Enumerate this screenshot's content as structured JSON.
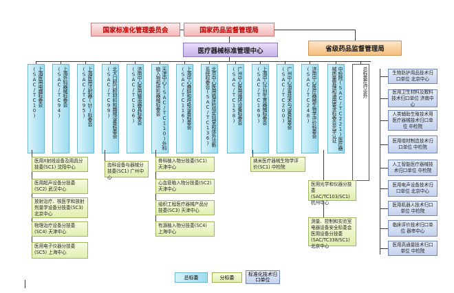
{
  "top": {
    "sac": "国家标准化管理委员会",
    "nmpa": "国家药品监督管理局",
    "center": "医疗器械标准管理中心",
    "provincial": "省级药品监督管理局"
  },
  "columns": [
    {
      "label": "上海医用电器标委会(SAC/TC10)"
    },
    {
      "label": "上海外科器械标委会(SAC/TC94)"
    },
    {
      "label": "上海医用注射器(针)标委会(SAC/TC95)"
    },
    {
      "label": "北大口腔口腔材料和器械设备标委会(SAC/TC99)"
    },
    {
      "label": "济南中心医用输液器具标委会(SAC/TC106)"
    },
    {
      "label": "天津中心(SAC/TC110)外科植入物和矫形器械标委会"
    },
    {
      "label": "上海中心麻醉和呼吸设备标委会(SAC/TC116)"
    },
    {
      "label": "北京中心医用临床检验实验室和体外诊断系统标委会(SAC/TC136)"
    },
    {
      "label": "广州中心医用循环设备标委会(SAC/TC158)"
    },
    {
      "label": "上海中心计划生育器械标委会(SAC/TC169)"
    },
    {
      "label": "广州中心消毒技术与设备标委会(SAC/TC200)"
    },
    {
      "label": "济南中心医疗器械生物学评价标委会(SAC/TC248)"
    },
    {
      "label": "中检院(SAC/TC221)医疗器械质量管理和通用要求标委会光学认证"
    },
    {
      "label": "总标委在行业外"
    }
  ],
  "subs": {
    "col1": [
      "医用X射线设备及用具分技委(SC1) 沈阳中心",
      "医用超声设备分技委(SC2) 武汉中心",
      "放射治疗、核医学和放射剂量学设备分技委(SC3) 北京中心",
      "物理治疗设备分技委(SC4) 天津中心",
      "医用电子仪器分技委(SC5) 上海中心"
    ],
    "col4": [
      "齿科设备与器械分技委(SC1) 广州中心"
    ],
    "col6": [
      "骨科植入物分技委(SC1) 天津中心",
      "心血管植入物分技委(SC2) 天津中心",
      "组织工程医疗器械产品分技委(SC3) 天津中心",
      "有源植入物分技委(SC4) 上海中心"
    ],
    "col10": [
      "纳米医疗器械生物学评价(SC1) 中检院"
    ],
    "col12": [
      "医用光学和仪器分技委 (SAC/TC103/SC1) 杭州中心",
      "测量、控制和实验室电器设备安全标委会医用设备分技委(SAC/TC338/SC1) 北京中心"
    ]
  },
  "right_units": [
    "生物防护用品技术归口单位 北京中心",
    "医用卫生材料及敷料技术归口单位 济南中心",
    "人类辅助生殖技术用医疗器械技术归口单位 中检院",
    "医用增材制造技术归口单位 中检院",
    "人工智能医疗器械技术归口单位 中检院",
    "医用电声设备技术归口单位 北京中心",
    "医用机器人技术归口单位 中检院",
    "临床评价技术归口单位 器审中心",
    "医用高通量技术归口单位 中检院"
  ],
  "legend": {
    "main": "总标委",
    "sub": "分标委",
    "tech": "标准化技术归口单位"
  },
  "colors": {
    "top_red_text": "#c00000",
    "column_fill": "#9edcf0",
    "sub_fill": "#e1efb0",
    "right_fill": "#c4d2ee",
    "center_fill": "#c6b2ea",
    "provincial_fill": "#f6be7c"
  }
}
